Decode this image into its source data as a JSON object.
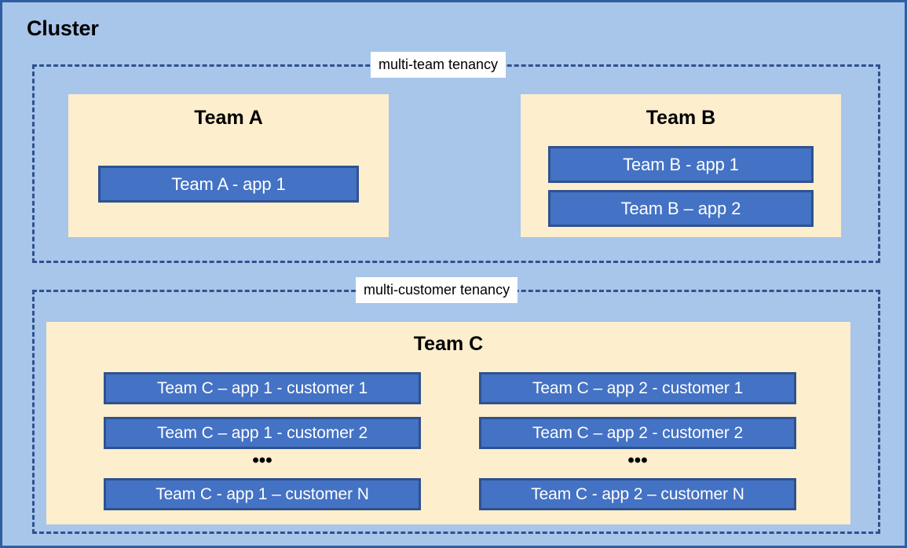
{
  "diagram": {
    "title": "Cluster",
    "background_color": "#a8c5ea",
    "border_color": "#2e5fa3",
    "team_box_color": "#fdeecd",
    "app_box_color": "#4472c4",
    "app_box_border_color": "#2f528f",
    "dashed_border_color": "#2f528f"
  },
  "zones": {
    "multi_team": {
      "label": "multi-team tenancy",
      "teams": [
        {
          "name": "Team A",
          "apps": [
            {
              "label": "Team A - app 1"
            }
          ]
        },
        {
          "name": "Team B",
          "apps": [
            {
              "label": "Team B - app 1"
            },
            {
              "label": "Team B – app 2"
            }
          ]
        }
      ]
    },
    "multi_customer": {
      "label": "multi-customer tenancy",
      "teams": [
        {
          "name": "Team C",
          "columns": [
            {
              "app": "app 1",
              "instances": [
                {
                  "label": "Team C – app 1 - customer 1"
                },
                {
                  "label": "Team C – app 1 - customer 2"
                },
                {
                  "label": "Team C - app 1 – customer N"
                }
              ],
              "ellipsis": "•••"
            },
            {
              "app": "app 2",
              "instances": [
                {
                  "label": "Team C – app 2 - customer 1"
                },
                {
                  "label": "Team C – app 2 - customer 2"
                },
                {
                  "label": "Team C - app 2 – customer N"
                }
              ],
              "ellipsis": "•••"
            }
          ]
        }
      ]
    }
  }
}
